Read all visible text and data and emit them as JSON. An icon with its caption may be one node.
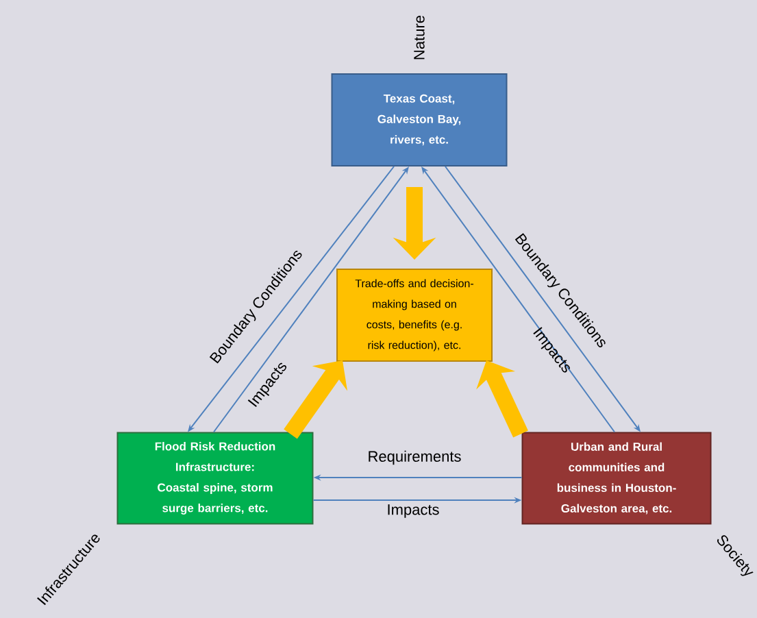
{
  "diagram": {
    "nodes": [
      {
        "text": [
          "Texas Coast, Galveston Bay, rivers, etc."
        ],
        "beside": [
          "Nature"
        ]
      },
      {
        "text": [
          "Trade-offs and decision-making based on costs, benefits (e.g. risk reduction), etc."
        ]
      },
      {
        "text": [
          "Flood Risk Reduction Infrastructure: Coastal spine, storm surge barriers, etc."
        ],
        "beside": [
          "Infrastructure"
        ]
      },
      {
        "text": [
          "Urban and Rural communities and business in Houston-Galveston area, etc."
        ],
        "beside": [
          "Society"
        ]
      }
    ],
    "edges": [
      {
        "from": 0,
        "to": 1,
        "arrow": "to",
        "style": "thick",
        "color": "#ffc000"
      },
      {
        "from": 2,
        "to": 1,
        "arrow": "to",
        "style": "thick",
        "color": "#ffc000"
      },
      {
        "from": 3,
        "to": 1,
        "arrow": "to",
        "style": "thick",
        "color": "#ffc000"
      },
      {
        "from": 0,
        "to": 2,
        "arrow": "to",
        "label": "Boundary Conditions"
      },
      {
        "from": 2,
        "to": 0,
        "arrow": "to",
        "label": "Impacts"
      },
      {
        "from": 0,
        "to": 3,
        "arrow": "to",
        "label": "Boundary Conditions"
      },
      {
        "from": 3,
        "to": 0,
        "arrow": "to",
        "label": "Impacts"
      },
      {
        "from": 3,
        "to": 2,
        "arrow": "to",
        "label": "Requirements"
      },
      {
        "from": 2,
        "to": 3,
        "arrow": "to",
        "label": "Impacts"
      }
    ]
  }
}
